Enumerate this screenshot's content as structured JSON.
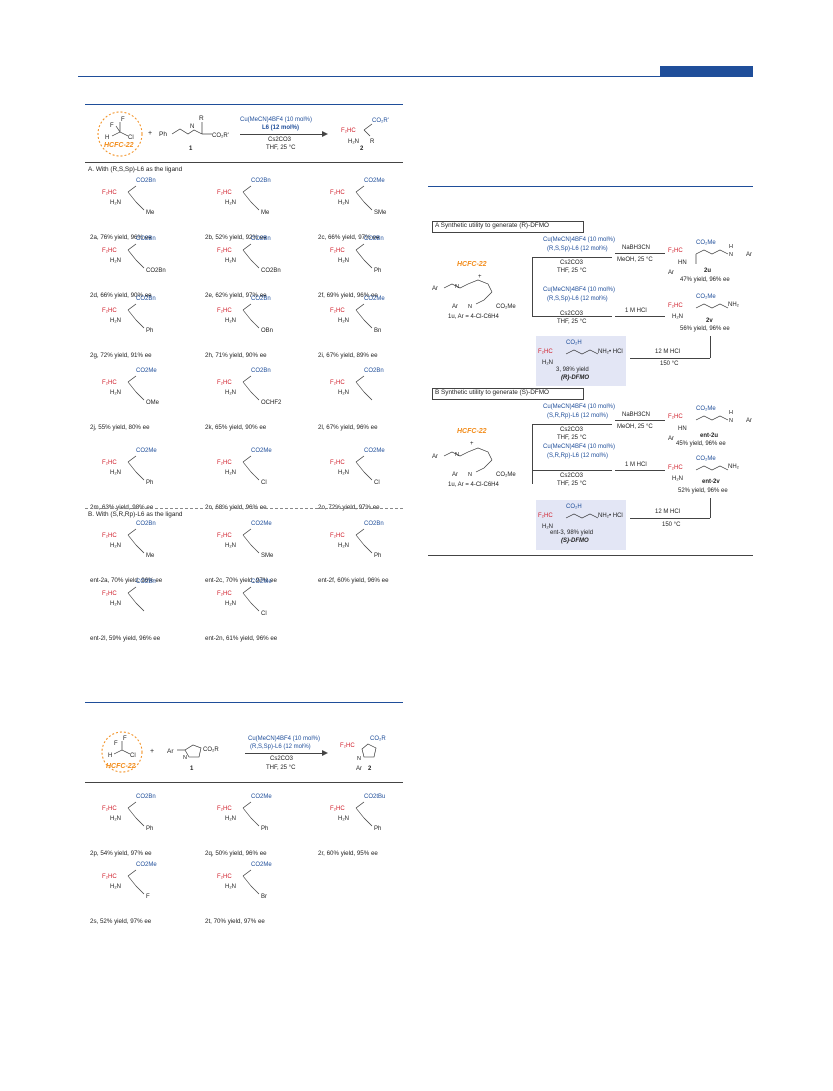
{
  "header": {
    "accent_color": "#1f4e9a",
    "tab_color": "#1f4e9a"
  },
  "colors": {
    "blue": "#1f4e9a",
    "red": "#d0222e",
    "orange": "#f28c1a",
    "highlight": "#e3e6f5"
  },
  "scheme1": {
    "reagent": "HCFC-22",
    "cond1": "Cu(MeCN)4BF4 (10 mol%)",
    "cond2": "L6 (12 mol%)",
    "cond3": "Cs2CO3",
    "cond4": "THF, 25 °C",
    "sm_num": "1",
    "prod_num": "2",
    "plus": "+",
    "sectionA": "A. With (R,S,Sp)-L6 as the ligand",
    "sectionB": "B. With (S,R,Rp)-L6 as the ligand",
    "products": [
      {
        "id": "2a",
        "cap": "2a, 76% yield, 96% ee",
        "r1": "CO2Bn",
        "r2": "Me"
      },
      {
        "id": "2b",
        "cap": "2b, 52% yield, 92% ee",
        "r1": "CO2Bn",
        "r2": "Me"
      },
      {
        "id": "2c",
        "cap": "2c, 66% yield, 97% ee",
        "r1": "CO2Me",
        "r2": "SMe"
      },
      {
        "id": "2d",
        "cap": "2d, 66% yield, 90% ee",
        "r1": "CO2Bn",
        "r2": "CO2Bn"
      },
      {
        "id": "2e",
        "cap": "2e, 62% yield, 97% ee",
        "r1": "CO2Bn",
        "r2": "CO2Bn"
      },
      {
        "id": "2f",
        "cap": "2f, 69% yield, 96% ee",
        "r1": "CO2Bn",
        "r2": "Ph"
      },
      {
        "id": "2g",
        "cap": "2g, 72% yield, 91% ee",
        "r1": "CO2Bn",
        "r2": "Ph"
      },
      {
        "id": "2h",
        "cap": "2h, 71% yield, 90% ee",
        "r1": "CO2Bn",
        "r2": "OBn"
      },
      {
        "id": "2i",
        "cap": "2i, 67% yield, 89% ee",
        "r1": "CO2Me",
        "r2": "Bn"
      },
      {
        "id": "2j",
        "cap": "2j, 55% yield, 80% ee",
        "r1": "CO2Me",
        "r2": "OMe"
      },
      {
        "id": "2k",
        "cap": "2k, 65% yield, 90% ee",
        "r1": "CO2Bn",
        "r2": "OCHF2"
      },
      {
        "id": "2l",
        "cap": "2l, 67% yield, 96% ee",
        "r1": "CO2Bn",
        "r2": ""
      },
      {
        "id": "2m",
        "cap": "2m, 63% yield, 98% ee",
        "r1": "CO2Me",
        "r2": "Ph"
      },
      {
        "id": "2n",
        "cap": "2n, 68% yield, 96% ee",
        "r1": "CO2Me",
        "r2": "Cl"
      },
      {
        "id": "2o",
        "cap": "2o, 72% yield, 97% ee",
        "r1": "CO2Me",
        "r2": "Cl"
      }
    ],
    "entProducts": [
      {
        "id": "ent-2a",
        "cap": "ent-2a, 70% yield, 96% ee",
        "r1": "CO2Bn",
        "r2": "Me"
      },
      {
        "id": "ent-2c",
        "cap": "ent-2c, 70% yield, 97% ee",
        "r1": "CO2Me",
        "r2": "SMe"
      },
      {
        "id": "ent-2f",
        "cap": "ent-2f, 60% yield, 96% ee",
        "r1": "CO2Bn",
        "r2": "Ph"
      },
      {
        "id": "ent-2l",
        "cap": "ent-2l, 59% yield, 96% ee",
        "r1": "CO2Bn",
        "r2": ""
      },
      {
        "id": "ent-2n",
        "cap": "ent-2n, 61% yield, 96% ee",
        "r1": "CO2Me",
        "r2": "Cl"
      }
    ]
  },
  "scheme2": {
    "reagent": "HCFC-22",
    "cond1": "Cu(MeCN)4BF4 (10 mol%)",
    "cond2": "(R,S,Sp)-L6 (12 mol%)",
    "cond3": "Cs2CO3",
    "cond4": "THF, 25 °C",
    "sm_num": "1",
    "prod_num": "2",
    "products": [
      {
        "id": "2p",
        "cap": "2p, 54% yield, 97% ee",
        "r1": "CO2Bn",
        "r2": "Ph"
      },
      {
        "id": "2q",
        "cap": "2q, 50% yield, 96% ee",
        "r1": "CO2Me",
        "r2": "Ph"
      },
      {
        "id": "2r",
        "cap": "2r, 60% yield, 95% ee",
        "r1": "CO2tBu",
        "r2": "Ph"
      },
      {
        "id": "2s",
        "cap": "2s, 52% yield, 97% ee",
        "r1": "CO2Me",
        "r2": "F"
      },
      {
        "id": "2t",
        "cap": "2t, 70% yield, 97% ee",
        "r1": "CO2Me",
        "r2": "Br"
      }
    ]
  },
  "scheme3": {
    "panelA": "A  Synthetic utility to generate (R)-DFMO",
    "panelB": "B  Synthetic utility to generate (S)-DFMO",
    "reagent": "HCFC-22",
    "sm_label": "1u, Ar = 4-Cl-C6H4",
    "A_cond_top1": "Cu(MeCN)4BF4 (10 mol%)",
    "A_cond_top2": "(R,S,Sp)-L6 (12 mol%)",
    "A_cond_top3": "Cs2CO3",
    "A_cond_top4": "THF, 25 °C",
    "A_reduct": "NaBH3CN",
    "A_reduct2": "MeOH, 25 °C",
    "A_prod_u": "2u",
    "A_prod_u_cap": "47% yield, 96% ee",
    "A_hcl": "1 M HCl",
    "A_prod_v": "2v",
    "A_prod_v_cap": "56% yield, 96% ee",
    "A_hcl2": "12 M HCl",
    "A_temp2": "150 °C",
    "A_final1": "3, 98% yield",
    "A_final2": "(R)-DFMO",
    "B_cond_top2": "(S,R,Rp)-L6 (12 mol%)",
    "B_prod_u": "ent-2u",
    "B_prod_u_cap": "45% yield, 96% ee",
    "B_prod_v": "ent-2v",
    "B_prod_v_cap": "52% yield, 96% ee",
    "B_final1": "ent-3, 98% yield",
    "B_final2": "(S)-DFMO"
  }
}
